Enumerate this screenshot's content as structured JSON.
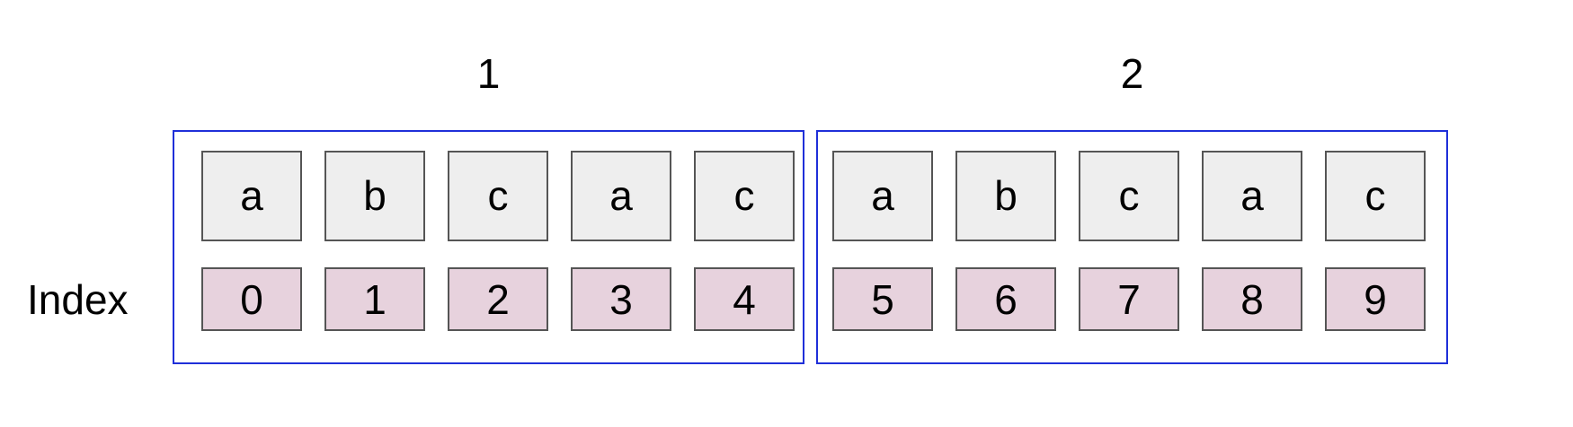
{
  "row_label": "Index",
  "colors": {
    "group_border": "#1f2fd9",
    "value_fill": "#eeeeee",
    "index_fill": "#e7d2dd",
    "cell_border": "#555555"
  },
  "groups": [
    {
      "label": "1",
      "values": [
        "a",
        "b",
        "c",
        "a",
        "c"
      ],
      "indices": [
        "0",
        "1",
        "2",
        "3",
        "4"
      ]
    },
    {
      "label": "2",
      "values": [
        "a",
        "b",
        "c",
        "a",
        "c"
      ],
      "indices": [
        "5",
        "6",
        "7",
        "8",
        "9"
      ]
    }
  ]
}
